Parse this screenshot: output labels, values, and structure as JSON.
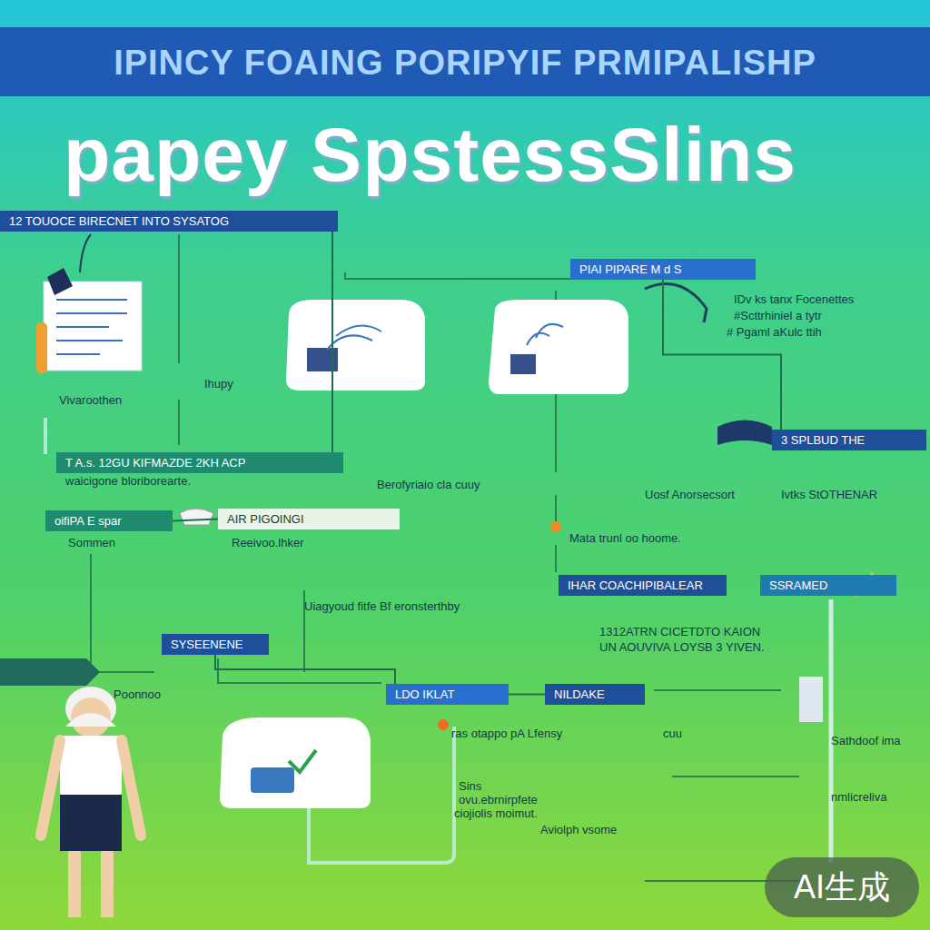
{
  "diagram": {
    "title": "IPINCY FOAING PORIPYIF PRMIPALISHP",
    "nodes": [
      {
        "text": [
          "12 TOUOCE BIRECNET INTO SYSATOG"
        ]
      },
      {
        "text": [
          "PIAI PIPARE M d S"
        ]
      },
      {
        "text": [
          "3 SPLBUD THE"
        ]
      },
      {
        "text": [
          "T A.s. 12GU KIFMAZDE 2KH ACP"
        ]
      },
      {
        "text": [
          "oifiPA E spar"
        ]
      },
      {
        "text": [
          "AIR PIGOINGI"
        ]
      },
      {
        "text": [
          "IHAR COACHIPIBALEAR"
        ]
      },
      {
        "text": [
          "SSRAMED"
        ]
      },
      {
        "text": [
          "SYSEENENE"
        ]
      },
      {
        "text": [
          "LDO IKLAT"
        ]
      },
      {
        "text": [
          "NILDAKE"
        ]
      }
    ],
    "edges": [
      {
        "from": 0,
        "to": 3,
        "arrow": "none"
      },
      {
        "from": 1,
        "to": 2,
        "arrow": "none"
      },
      {
        "from": 4,
        "to": 5,
        "arrow": "none"
      },
      {
        "from": 8,
        "to": 9,
        "arrow": "none"
      },
      {
        "from": 9,
        "to": 10,
        "arrow": "none"
      }
    ],
    "labels": [
      "papey SpstessSlins",
      "IDv ks tanx Focenettes",
      "#Scttrhiniel a tytr",
      "# Pgaml aKulc ttih",
      "Ihupy",
      "Vivaroothen",
      "waicigone bloriborearte.",
      "Berofyriaio cla cuuy",
      "Uosf Anorsecsort",
      "Ivtks StOTHENAR",
      "Sommen",
      "Reeivoo.lhker",
      "Mata trunl oo hoome.",
      "Uiagyoud fitfe Bf eronsterthby",
      "1312ATRN CICETDTO KAION",
      "UN AOUVIVA LOYSB 3 YIVEN.",
      "Poonnoo",
      "ras otappo pA Lfensy",
      "cuu",
      "Sathdoof ima",
      "Sins",
      "ovu.ebrnirpfete",
      "ciojiolis moimut.",
      "Aviolph vsome",
      "nmlicreliva",
      "AI生成"
    ]
  }
}
